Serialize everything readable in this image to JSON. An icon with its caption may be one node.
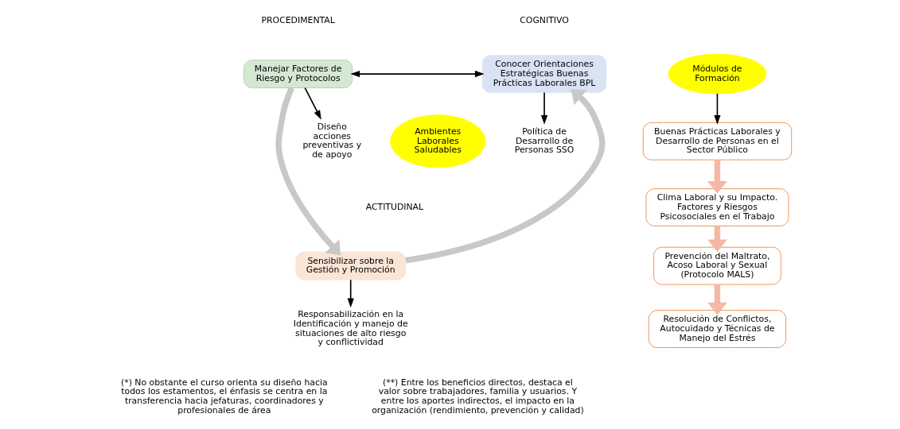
{
  "diagram": {
    "nodes": [
      {
        "text": [
          "Conocer Orientaciones Estratégicas Buenas Prácticas Laborales BPL"
        ]
      },
      {
        "text": [
          "Manejar Factores de Riesgo y Protocolos"
        ]
      },
      {
        "text": [
          "Ambientes Laborales Saludables"
        ]
      },
      {
        "text": [
          "Sensibilizar sobre la Gestión y Promoción"
        ]
      },
      {
        "text": [
          "Política de Desarrollo de Personas SSO"
        ]
      },
      {
        "text": [
          "Diseño acciones preventivas y de apoyo"
        ]
      },
      {
        "text": [
          "Responsabilización en la Identificación y manejo de situaciones de alto riesgo y conflictividad"
        ]
      },
      {
        "text": [
          "Módulos de Formación"
        ]
      },
      {
        "text": [
          "Buenas Prácticas Laborales y Desarrollo de Personas en el Sector Público"
        ]
      },
      {
        "text": [
          "Clima Laboral y su Impacto. Factores y Riesgos Psicosociales en el Trabajo"
        ]
      },
      {
        "text": [
          "Prevención del Maltrato, Acoso Laboral y Sexual (Protocolo MALS)"
        ]
      },
      {
        "text": [
          "Resolución de Conflictos, Autocuidado y Técnicas de Manejo del Estrés"
        ]
      }
    ],
    "edges": [
      {
        "from": 0,
        "to": 1,
        "arrow": "both"
      },
      {
        "from": 0,
        "to": 4,
        "arrow": "to"
      },
      {
        "from": 1,
        "to": 5,
        "arrow": "to"
      },
      {
        "from": 1,
        "to": 3,
        "arrow": "to",
        "style": "thick",
        "color": "#c8c8c8"
      },
      {
        "from": 3,
        "to": 0,
        "arrow": "to",
        "style": "thick",
        "color": "#c8c8c8"
      },
      {
        "from": 3,
        "to": 6,
        "arrow": "to"
      },
      {
        "from": 7,
        "to": 8,
        "arrow": "to"
      },
      {
        "from": 8,
        "to": 9,
        "arrow": "to",
        "style": "thick",
        "color": "#f4b9a4"
      },
      {
        "from": 9,
        "to": 10,
        "arrow": "to",
        "style": "thick",
        "color": "#f4b9a4"
      },
      {
        "from": 10,
        "to": 11,
        "arrow": "to",
        "style": "thick",
        "color": "#f4b9a4"
      }
    ],
    "labels": [
      "COGNITIVO",
      "PROCEDIMENTAL",
      "ACTITUDINAL",
      "(*) No obstante el curso orienta su diseño hacia todos los estamentos, el énfasis se centra en la transferencia hacia jefaturas, coordinadores y profesionales de área",
      "(**) Entre los beneficios directos, destaca el valor sobre trabajadores, familia y usuarios. Y entre los aportes indirectos, el impacto en la organización (rendimiento, prevención y calidad)"
    ]
  }
}
